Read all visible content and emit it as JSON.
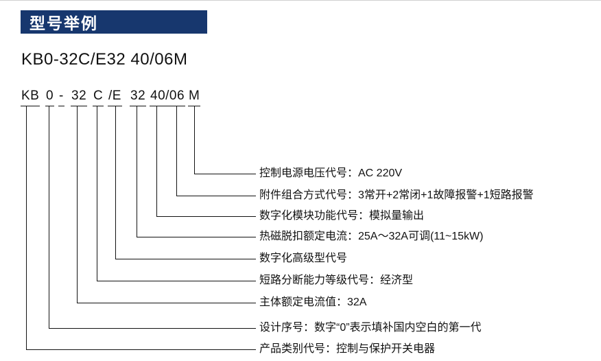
{
  "page": {
    "title": "型号举例"
  },
  "model": {
    "display": "KB0-32C/E32 40/06M",
    "segments": [
      "KB",
      "0",
      "-",
      "32",
      "C",
      "/E",
      "32",
      "40/06",
      "M"
    ]
  },
  "callouts": [
    {
      "segment": "M",
      "text": "控制电源电压代号：AC 220V"
    },
    {
      "segment": "06",
      "text": "附件组合方式代号：3常开+2常闭+1故障报警+1短路报警"
    },
    {
      "segment": "40",
      "text": "数字化模块功能代号：模拟量输出"
    },
    {
      "segment": "32",
      "text": "热磁脱扣额定电流：25A～32A可调(11~15kW)"
    },
    {
      "segment": "/E",
      "text": "数字化高级型代号"
    },
    {
      "segment": "C",
      "text": "短路分断能力等级代号：经济型"
    },
    {
      "segment": "32",
      "text": "主体额定电流值：32A"
    },
    {
      "segment": "0",
      "text": "设计序号：数字“0”表示填补国内空白的第一代"
    },
    {
      "segment": "KB",
      "text": "产品类别代号：控制与保护开关电器"
    }
  ]
}
